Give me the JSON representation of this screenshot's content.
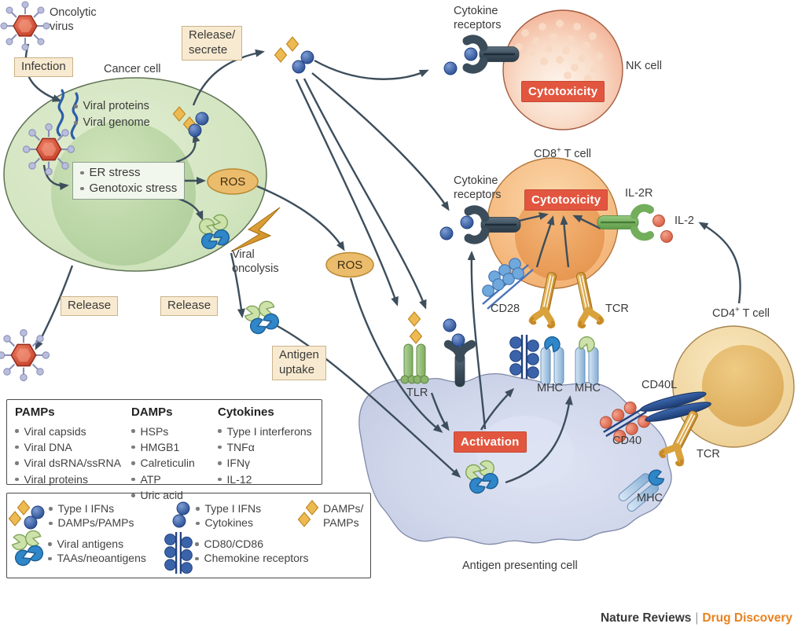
{
  "colors": {
    "badge_red": "#e2563f",
    "footer_orange": "#e8821e",
    "arrow": "#3d4e5c",
    "cancer_cell_green": "#d3e5c1",
    "apc_lavender": "#d0d7eb",
    "nk_salmon": "#f2a98b",
    "t_cell_orange": "#f3b072",
    "cd4_gold": "#eed096"
  },
  "top": {
    "virus_label": "Oncolytic virus",
    "infection": "Infection"
  },
  "cancer_cell": {
    "title": "Cancer cell",
    "contents": [
      "Viral proteins",
      "Viral genome"
    ],
    "stress": [
      "ER stress",
      "Genotoxic stress"
    ],
    "ros": "ROS",
    "release_secrete_l1": "Release/",
    "release_secrete_l2": "secrete",
    "release": "Release",
    "viral_oncolysis_l1": "Viral",
    "viral_oncolysis_l2": "oncolysis",
    "antigen_uptake_l1": "Antigen",
    "antigen_uptake_l2": "uptake"
  },
  "nk": {
    "name": "NK cell",
    "badge": "Cytotoxicity",
    "receptor_l1": "Cytokine",
    "receptor_l2": "receptors"
  },
  "cd8": {
    "name_base": "CD8",
    "name_sup": "+",
    "name_rest": " T cell",
    "badge": "Cytotoxicity",
    "receptor_l1": "Cytokine",
    "receptor_l2": "receptors",
    "il2r": "IL-2R",
    "il2": "IL-2",
    "cd28": "CD28",
    "tcr": "TCR"
  },
  "cd4": {
    "name_base": "CD4",
    "name_sup": "+",
    "name_rest": " T cell",
    "cd40l": "CD40L",
    "tcr": "TCR"
  },
  "apc": {
    "name": "Antigen presenting cell",
    "tlr": "TLR",
    "mhc": "MHC",
    "cd40": "CD40",
    "badge": "Activation",
    "ros": "ROS"
  },
  "pamps_box": {
    "col1_title": "PAMPs",
    "col1_items": [
      "Viral capsids",
      "Viral DNA",
      "Viral dsRNA/ssRNA",
      "Viral proteins"
    ],
    "col2_title": "DAMPs",
    "col2_items": [
      "HSPs",
      "HMGB1",
      "Calreticulin",
      "ATP",
      "Uric acid"
    ],
    "col3_title": "Cytokines",
    "col3_items": [
      "Type I interferons",
      "TNFα",
      "IFNγ",
      "IL-12"
    ]
  },
  "legend": {
    "g1": [
      "Type I IFNs",
      "DAMPs/PAMPs"
    ],
    "g2": [
      "Type I IFNs",
      "Cytokines"
    ],
    "g3": [
      "DAMPs/",
      "PAMPs"
    ],
    "g4": [
      "Viral antigens",
      "TAAs/neoantigens"
    ],
    "g5": [
      "CD80/CD86",
      "Chemokine receptors"
    ]
  },
  "footer": {
    "brand": "Nature Reviews",
    "sep": "|",
    "product": "Drug Discovery"
  }
}
